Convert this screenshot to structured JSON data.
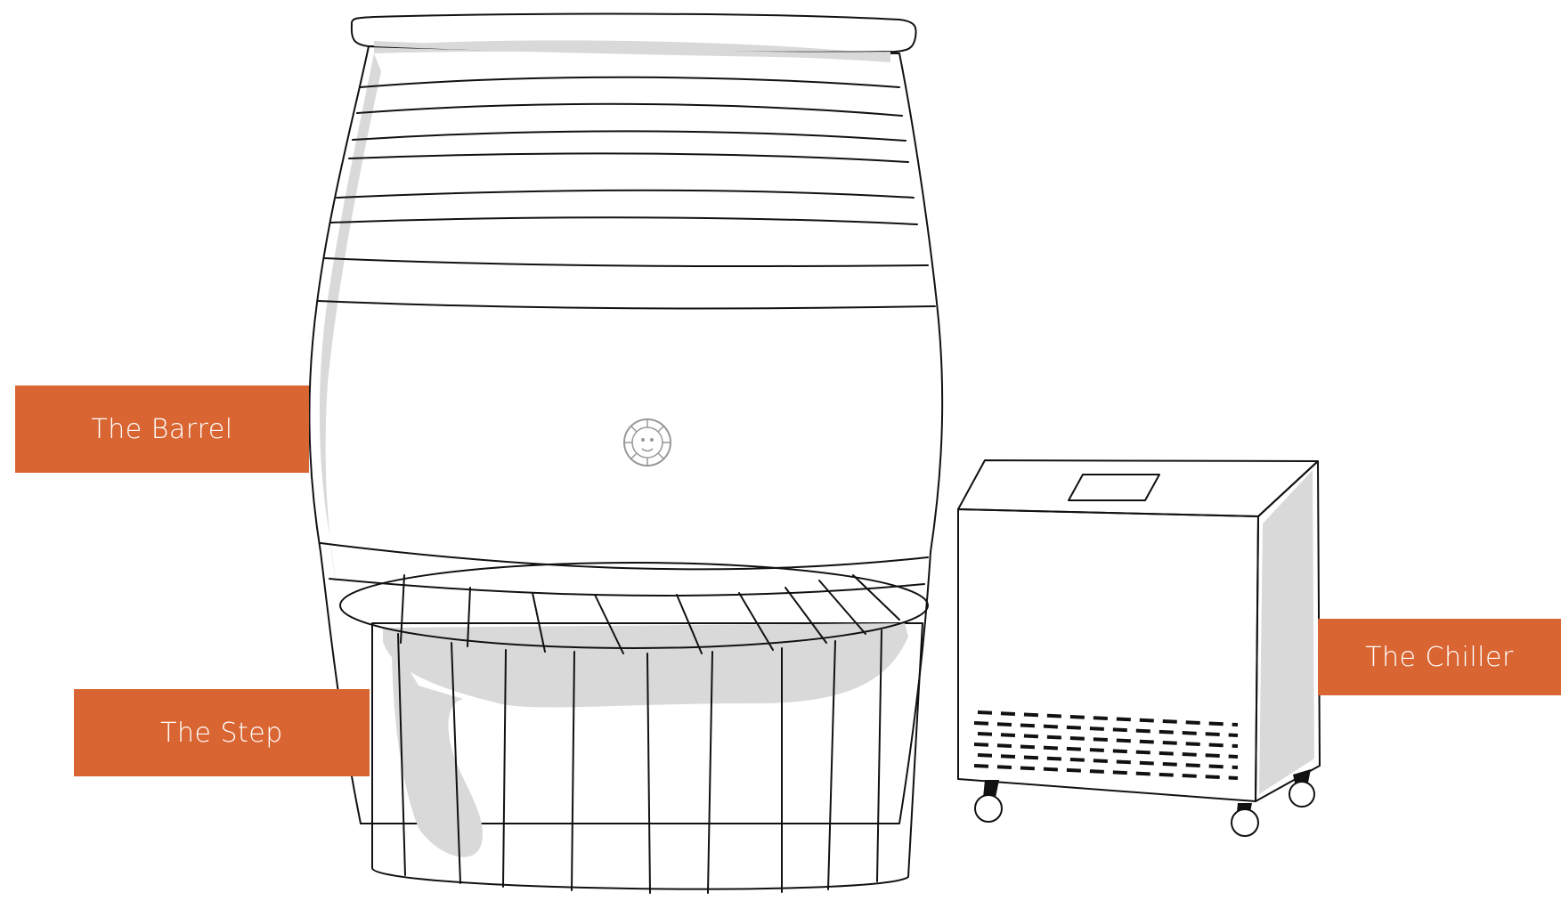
{
  "labels": {
    "barrel": "The Barrel",
    "step": "The Step",
    "chiller": "The Chiller"
  },
  "colors": {
    "label_background": "#d96532",
    "label_text": "#ffffff",
    "shadow": "#d9d9d9",
    "outline": "#111111"
  }
}
